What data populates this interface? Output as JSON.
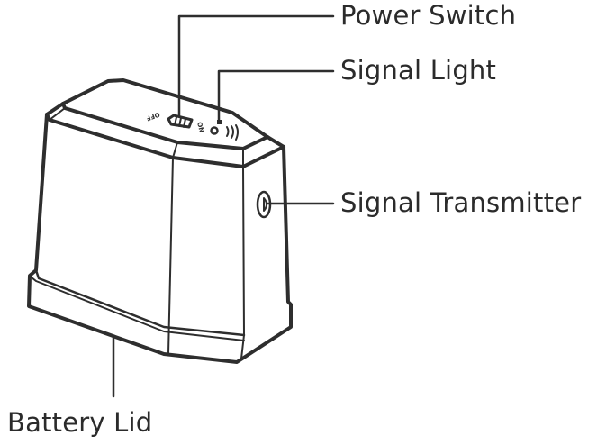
{
  "labels": {
    "power_switch": "Power Switch",
    "signal_light": "Signal Light",
    "signal_transmitter": "Signal Transmitter",
    "battery_lid": "Battery Lid"
  },
  "device_markings": {
    "off": "OFF",
    "on": "ON"
  }
}
